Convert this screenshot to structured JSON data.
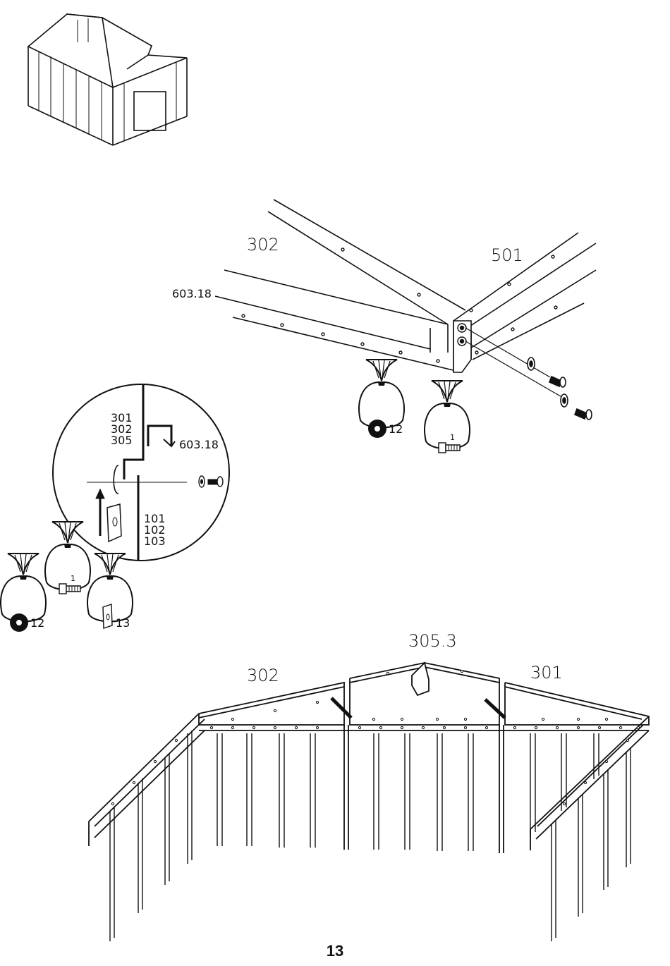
{
  "page_number": "13",
  "colors": {
    "ink": "#111111",
    "paper": "#ffffff"
  },
  "beam_detail": {
    "labels": {
      "part_a": "302",
      "part_b": "501",
      "part_c": "603.18"
    },
    "bags": [
      {
        "icon": "washer-icon",
        "count": "12"
      },
      {
        "icon": "screw-icon",
        "count": "1"
      }
    ]
  },
  "circle_detail": {
    "upper_parts": [
      "301",
      "302",
      "305"
    ],
    "channel_part": "603.18",
    "lower_parts": [
      "101",
      "102",
      "103"
    ]
  },
  "bags_left": [
    {
      "icon": "washer-icon",
      "count": "12"
    },
    {
      "icon": "screw-icon",
      "count": "1"
    },
    {
      "icon": "clip-icon",
      "count": "13"
    }
  ],
  "gable_view": {
    "labels": {
      "left": "302",
      "center": "305.3",
      "right": "301"
    }
  }
}
